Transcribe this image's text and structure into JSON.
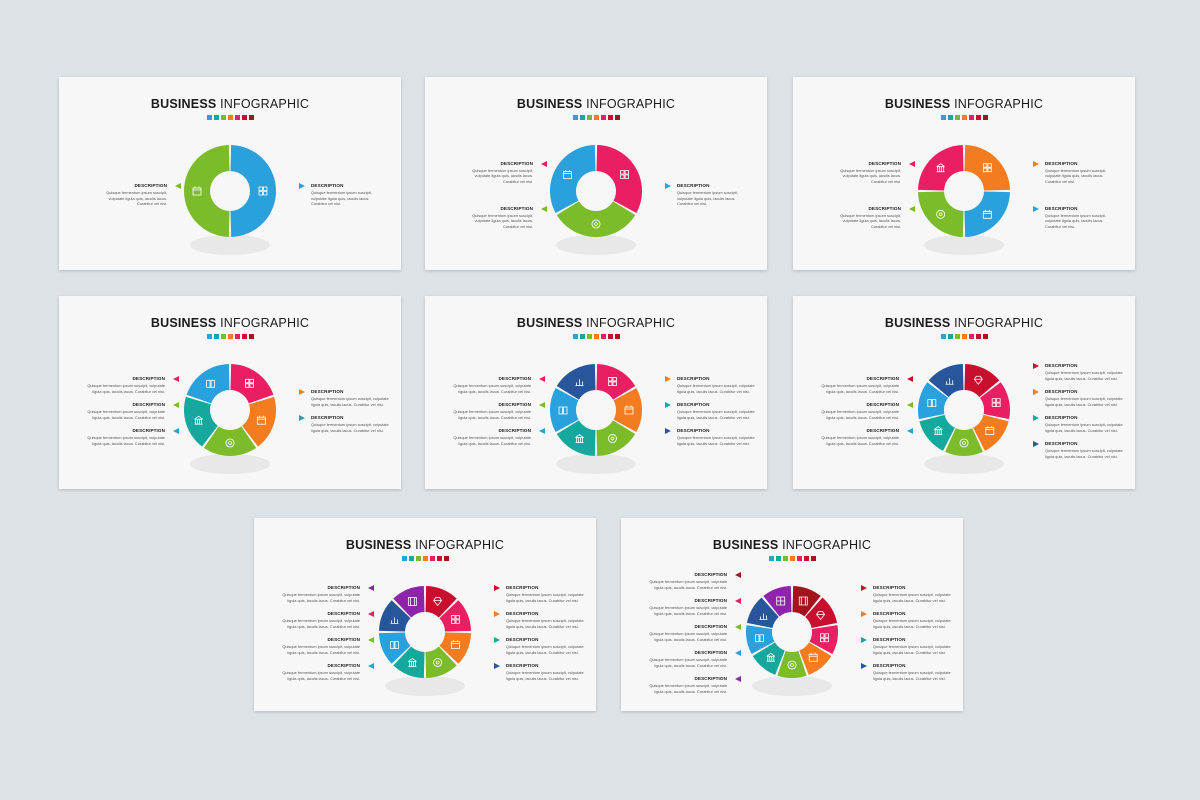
{
  "slides": [
    {
      "title_bold": "BUSINESS",
      "title_rest": "INFOGRAPHIC",
      "segments": [
        {
          "color": "#2aa1dc",
          "icon": "image-grid-icon"
        },
        {
          "color": "#7cbc2b",
          "icon": "calendar-icon"
        }
      ],
      "left": [
        {
          "title": "DESCRIPTION",
          "body": [
            "Quisque fermentum ipsum suscipit,",
            "vulputate ligula quis, iaculis lacus.",
            "Curabitur vel nisi."
          ],
          "color": "#7cbc2b"
        }
      ],
      "right": [
        {
          "title": "DESCRIPTION",
          "body": [
            "Quisque fermentum ipsum suscipit,",
            "vulputate ligula quis, iaculis lacus.",
            "Curabitur vel nisi."
          ],
          "color": "#2aa1dc"
        }
      ]
    },
    {
      "title_bold": "BUSINESS",
      "title_rest": "INFOGRAPHIC",
      "segments": [
        {
          "color": "#e91e63",
          "icon": "image-grid-icon"
        },
        {
          "color": "#7cbc2b",
          "icon": "target-icon"
        },
        {
          "color": "#2aa1dc",
          "icon": "calendar-icon"
        }
      ],
      "left": [
        {
          "title": "DESCRIPTION",
          "body": [
            "Quisque fermentum ipsum suscipit,",
            "vulputate ligula quis, iaculis lacus.",
            "Curabitur vel nisi."
          ],
          "color": "#e91e63"
        },
        {
          "title": "DESCRIPTION",
          "body": [
            "Quisque fermentum ipsum suscipit,",
            "vulputate ligula quis, iaculis lacus.",
            "Curabitur vel nisi."
          ],
          "color": "#7cbc2b"
        }
      ],
      "right": [
        {
          "title": "DESCRIPTION",
          "body": [
            "Quisque fermentum ipsum suscipit,",
            "vulputate ligula quis, iaculis lacus.",
            "Curabitur vel nisi."
          ],
          "color": "#2aa1dc"
        }
      ]
    },
    {
      "title_bold": "BUSINESS",
      "title_rest": "INFOGRAPHIC",
      "segments": [
        {
          "color": "#f47c20",
          "icon": "image-grid-icon"
        },
        {
          "color": "#2aa1dc",
          "icon": "calendar-icon"
        },
        {
          "color": "#7cbc2b",
          "icon": "target-icon"
        },
        {
          "color": "#e91e63",
          "icon": "building-icon"
        }
      ],
      "left": [
        {
          "title": "DESCRIPTION",
          "body": [
            "Quisque fermentum ipsum suscipit,",
            "vulputate ligula quis, iaculis lacus.",
            "Curabitur vel nisi."
          ],
          "color": "#e91e63"
        },
        {
          "title": "DESCRIPTION",
          "body": [
            "Quisque fermentum ipsum suscipit,",
            "vulputate ligula quis, iaculis lacus.",
            "Curabitur vel nisi."
          ],
          "color": "#7cbc2b"
        }
      ],
      "right": [
        {
          "title": "DESCRIPTION",
          "body": [
            "Quisque fermentum ipsum suscipit,",
            "vulputate ligula quis, iaculis lacus.",
            "Curabitur vel nisi."
          ],
          "color": "#f47c20"
        },
        {
          "title": "DESCRIPTION",
          "body": [
            "Quisque fermentum ipsum suscipit,",
            "vulputate ligula quis, iaculis lacus.",
            "Curabitur vel nisi."
          ],
          "color": "#2aa1dc"
        }
      ]
    },
    {
      "title_bold": "BUSINESS",
      "title_rest": "INFOGRAPHIC",
      "segments": [
        {
          "color": "#e91e63",
          "icon": "image-grid-icon"
        },
        {
          "color": "#f47c20",
          "icon": "calendar-icon"
        },
        {
          "color": "#7cbc2b",
          "icon": "target-icon"
        },
        {
          "color": "#16a89c",
          "icon": "building-icon"
        },
        {
          "color": "#2aa1dc",
          "icon": "book-icon"
        }
      ],
      "left": [
        {
          "title": "DESCRIPTION",
          "body": [
            "Quisque fermentum ipsum suscipit, vulputate",
            "ligula quis, iaculis lacus. Curabitur vel nisi."
          ],
          "color": "#e91e63"
        },
        {
          "title": "DESCRIPTION",
          "body": [
            "Quisque fermentum ipsum suscipit, vulputate",
            "ligula quis, iaculis lacus. Curabitur vel nisi."
          ],
          "color": "#7cbc2b"
        },
        {
          "title": "DESCRIPTION",
          "body": [
            "Quisque fermentum ipsum suscipit, vulputate",
            "ligula quis, iaculis lacus. Curabitur vel nisi."
          ],
          "color": "#2aa1dc"
        }
      ],
      "right": [
        {
          "title": "DESCRIPTION",
          "body": [
            "Quisque fermentum ipsum suscipit, vulputate",
            "ligula quis, iaculis lacus. Curabitur vel nisi."
          ],
          "color": "#f47c20"
        },
        {
          "title": "DESCRIPTION",
          "body": [
            "Quisque fermentum ipsum suscipit, vulputate",
            "ligula quis, iaculis lacus. Curabitur vel nisi."
          ],
          "color": "#16a89c"
        }
      ]
    },
    {
      "title_bold": "BUSINESS",
      "title_rest": "INFOGRAPHIC",
      "segments": [
        {
          "color": "#e91e63",
          "icon": "image-grid-icon"
        },
        {
          "color": "#f47c20",
          "icon": "calendar-icon"
        },
        {
          "color": "#7cbc2b",
          "icon": "target-icon"
        },
        {
          "color": "#16a89c",
          "icon": "building-icon"
        },
        {
          "color": "#2aa1dc",
          "icon": "book-icon"
        },
        {
          "color": "#27569b",
          "icon": "chart-icon"
        }
      ],
      "left": [
        {
          "title": "DESCRIPTION",
          "body": [
            "Quisque fermentum ipsum suscipit, vulputate",
            "ligula quis, iaculis lacus. Curabitur vel nisi."
          ],
          "color": "#e91e63"
        },
        {
          "title": "DESCRIPTION",
          "body": [
            "Quisque fermentum ipsum suscipit, vulputate",
            "ligula quis, iaculis lacus. Curabitur vel nisi."
          ],
          "color": "#7cbc2b"
        },
        {
          "title": "DESCRIPTION",
          "body": [
            "Quisque fermentum ipsum suscipit, vulputate",
            "ligula quis, iaculis lacus. Curabitur vel nisi."
          ],
          "color": "#2aa1dc"
        }
      ],
      "right": [
        {
          "title": "DESCRIPTION",
          "body": [
            "Quisque fermentum ipsum suscipit, vulputate",
            "ligula quis, iaculis lacus. Curabitur vel nisi."
          ],
          "color": "#f47c20"
        },
        {
          "title": "DESCRIPTION",
          "body": [
            "Quisque fermentum ipsum suscipit, vulputate",
            "ligula quis, iaculis lacus. Curabitur vel nisi."
          ],
          "color": "#16a89c"
        },
        {
          "title": "DESCRIPTION",
          "body": [
            "Quisque fermentum ipsum suscipit, vulputate",
            "ligula quis, iaculis lacus. Curabitur vel nisi."
          ],
          "color": "#27569b"
        }
      ]
    },
    {
      "title_bold": "BUSINESS",
      "title_rest": "INFOGRAPHIC",
      "segments": [
        {
          "color": "#c8102e",
          "icon": "diamond-icon"
        },
        {
          "color": "#e91e63",
          "icon": "image-grid-icon"
        },
        {
          "color": "#f47c20",
          "icon": "calendar-icon"
        },
        {
          "color": "#7cbc2b",
          "icon": "target-icon"
        },
        {
          "color": "#16a89c",
          "icon": "building-icon"
        },
        {
          "color": "#2aa1dc",
          "icon": "book-icon"
        },
        {
          "color": "#27569b",
          "icon": "chart-icon"
        }
      ],
      "left": [
        {
          "title": "DESCRIPTION",
          "body": [
            "Quisque fermentum ipsum suscipit, vulputate",
            "ligula quis, iaculis lacus. Curabitur vel nisi."
          ],
          "color": "#c8102e"
        },
        {
          "title": "DESCRIPTION",
          "body": [
            "Quisque fermentum ipsum suscipit, vulputate",
            "ligula quis, iaculis lacus. Curabitur vel nisi."
          ],
          "color": "#7cbc2b"
        },
        {
          "title": "DESCRIPTION",
          "body": [
            "Quisque fermentum ipsum suscipit, vulputate",
            "ligula quis, iaculis lacus. Curabitur vel nisi."
          ],
          "color": "#2aa1dc"
        }
      ],
      "right": [
        {
          "title": "DESCRIPTION",
          "body": [
            "Quisque fermentum ipsum suscipit, vulputate",
            "ligula quis, iaculis lacus. Curabitur vel nisi."
          ],
          "color": "#c8102e"
        },
        {
          "title": "DESCRIPTION",
          "body": [
            "Quisque fermentum ipsum suscipit, vulputate",
            "ligula quis, iaculis lacus. Curabitur vel nisi."
          ],
          "color": "#f47c20"
        },
        {
          "title": "DESCRIPTION",
          "body": [
            "Quisque fermentum ipsum suscipit, vulputate",
            "ligula quis, iaculis lacus. Curabitur vel nisi."
          ],
          "color": "#16a89c"
        },
        {
          "title": "DESCRIPTION",
          "body": [
            "Quisque fermentum ipsum suscipit, vulputate",
            "ligula quis, iaculis lacus. Curabitur vel nisi."
          ],
          "color": "#27569b"
        }
      ]
    },
    {
      "title_bold": "BUSINESS",
      "title_rest": "INFOGRAPHIC",
      "segments": [
        {
          "color": "#c8102e",
          "icon": "diamond-icon"
        },
        {
          "color": "#e91e63",
          "icon": "image-grid-icon"
        },
        {
          "color": "#f47c20",
          "icon": "calendar-icon"
        },
        {
          "color": "#7cbc2b",
          "icon": "target-icon"
        },
        {
          "color": "#16a89c",
          "icon": "building-icon"
        },
        {
          "color": "#2aa1dc",
          "icon": "book-icon"
        },
        {
          "color": "#27569b",
          "icon": "chart-icon"
        },
        {
          "color": "#8e24aa",
          "icon": "film-icon"
        }
      ],
      "left": [
        {
          "title": "DESCRIPTION",
          "body": [
            "Quisque fermentum ipsum suscipit, vulputate",
            "ligula quis, iaculis lacus. Curabitur vel nisi."
          ],
          "color": "#8e24aa"
        },
        {
          "title": "DESCRIPTION",
          "body": [
            "Quisque fermentum ipsum suscipit, vulputate",
            "ligula quis, iaculis lacus. Curabitur vel nisi."
          ],
          "color": "#e91e63"
        },
        {
          "title": "DESCRIPTION",
          "body": [
            "Quisque fermentum ipsum suscipit, vulputate",
            "ligula quis, iaculis lacus. Curabitur vel nisi."
          ],
          "color": "#7cbc2b"
        },
        {
          "title": "DESCRIPTION",
          "body": [
            "Quisque fermentum ipsum suscipit, vulputate",
            "ligula quis, iaculis lacus. Curabitur vel nisi."
          ],
          "color": "#2aa1dc"
        }
      ],
      "right": [
        {
          "title": "DESCRIPTION",
          "body": [
            "Quisque fermentum ipsum suscipit, vulputate",
            "ligula quis, iaculis lacus. Curabitur vel nisi."
          ],
          "color": "#c8102e"
        },
        {
          "title": "DESCRIPTION",
          "body": [
            "Quisque fermentum ipsum suscipit, vulputate",
            "ligula quis, iaculis lacus. Curabitur vel nisi."
          ],
          "color": "#f47c20"
        },
        {
          "title": "DESCRIPTION",
          "body": [
            "Quisque fermentum ipsum suscipit, vulputate",
            "ligula quis, iaculis lacus. Curabitur vel nisi."
          ],
          "color": "#16a89c"
        },
        {
          "title": "DESCRIPTION",
          "body": [
            "Quisque fermentum ipsum suscipit, vulputate",
            "ligula quis, iaculis lacus. Curabitur vel nisi."
          ],
          "color": "#27569b"
        }
      ]
    },
    {
      "title_bold": "BUSINESS",
      "title_rest": "INFOGRAPHIC",
      "segments": [
        {
          "color": "#a3141c",
          "icon": "film-icon"
        },
        {
          "color": "#c8102e",
          "icon": "diamond-icon"
        },
        {
          "color": "#e91e63",
          "icon": "image-grid-icon"
        },
        {
          "color": "#f47c20",
          "icon": "calendar-icon"
        },
        {
          "color": "#7cbc2b",
          "icon": "target-icon"
        },
        {
          "color": "#16a89c",
          "icon": "building-icon"
        },
        {
          "color": "#2aa1dc",
          "icon": "book-icon"
        },
        {
          "color": "#27569b",
          "icon": "chart-icon"
        },
        {
          "color": "#8e24aa",
          "icon": "grid-icon"
        }
      ],
      "left": [
        {
          "title": "DESCRIPTION",
          "body": [
            "Quisque fermentum ipsum suscipit, vulputate",
            "ligula quis, iaculis lacus. Curabitur vel nisi."
          ],
          "color": "#a3141c"
        },
        {
          "title": "DESCRIPTION",
          "body": [
            "Quisque fermentum ipsum suscipit, vulputate",
            "ligula quis, iaculis lacus. Curabitur vel nisi."
          ],
          "color": "#e91e63"
        },
        {
          "title": "DESCRIPTION",
          "body": [
            "Quisque fermentum ipsum suscipit, vulputate",
            "ligula quis, iaculis lacus. Curabitur vel nisi."
          ],
          "color": "#7cbc2b"
        },
        {
          "title": "DESCRIPTION",
          "body": [
            "Quisque fermentum ipsum suscipit, vulputate",
            "ligula quis, iaculis lacus. Curabitur vel nisi."
          ],
          "color": "#2aa1dc"
        },
        {
          "title": "DESCRIPTION",
          "body": [
            "Quisque fermentum ipsum suscipit, vulputate",
            "ligula quis, iaculis lacus. Curabitur vel nisi."
          ],
          "color": "#8e24aa"
        }
      ],
      "right": [
        {
          "title": "DESCRIPTION",
          "body": [
            "Quisque fermentum ipsum suscipit, vulputate",
            "ligula quis, iaculis lacus. Curabitur vel nisi."
          ],
          "color": "#c8102e"
        },
        {
          "title": "DESCRIPTION",
          "body": [
            "Quisque fermentum ipsum suscipit, vulputate",
            "ligula quis, iaculis lacus. Curabitur vel nisi."
          ],
          "color": "#f47c20"
        },
        {
          "title": "DESCRIPTION",
          "body": [
            "Quisque fermentum ipsum suscipit, vulputate",
            "ligula quis, iaculis lacus. Curabitur vel nisi."
          ],
          "color": "#16a89c"
        },
        {
          "title": "DESCRIPTION",
          "body": [
            "Quisque fermentum ipsum suscipit, vulputate",
            "ligula quis, iaculis lacus. Curabitur vel nisi."
          ],
          "color": "#27569b"
        }
      ]
    }
  ],
  "title_dot_colors": [
    "#2aa1dc",
    "#16a89c",
    "#7cbc2b",
    "#f47c20",
    "#e91e63",
    "#c8102e",
    "#a3141c"
  ]
}
